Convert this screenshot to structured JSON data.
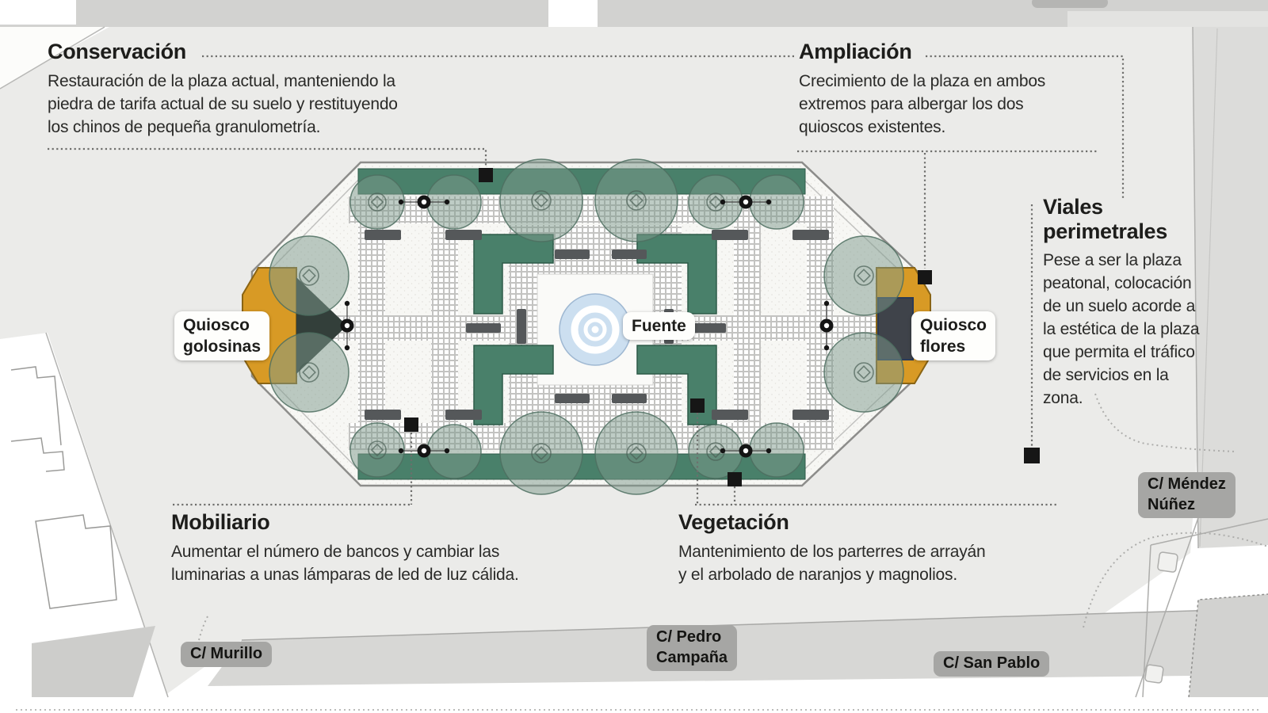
{
  "annotations": {
    "conservacion": {
      "title": "Conservación",
      "body": [
        "Restauración de la plaza actual, manteniendo la",
        "piedra de tarifa actual de su suelo y restituyendo",
        "los chinos de pequeña granulometría."
      ]
    },
    "ampliacion": {
      "title": "Ampliación",
      "body": [
        "Crecimiento de la plaza en ambos",
        "extremos para albergar los dos",
        "quioscos existentes."
      ]
    },
    "viales": {
      "title": "Viales perimetrales",
      "body": [
        "Pese a ser la plaza",
        "peatonal, colocación",
        "de un suelo acorde a",
        "la estética de la plaza",
        "que permita el tráfico",
        "de servicios en la",
        "zona."
      ]
    },
    "mobiliario": {
      "title": "Mobiliario",
      "body": [
        "Aumentar el número de bancos y cambiar las",
        "luminarias a unas lámparas de led de luz cálida."
      ]
    },
    "vegetacion": {
      "title": "Vegetación",
      "body": [
        "Mantenimiento de los parterres de arrayán",
        "y el arbolado de naranjos y magnolios."
      ]
    }
  },
  "plan_labels": {
    "kiosk_left": [
      "Quiosco",
      "golosinas"
    ],
    "kiosk_right": [
      "Quiosco",
      "flores"
    ],
    "fountain": "Fuente"
  },
  "streets": {
    "murillo": "C/ Murillo",
    "pedro_campana": [
      "C/ Pedro",
      "Campaña"
    ],
    "san_pablo": "C/ San Pablo",
    "mendez_nunez": [
      "C/ Méndez",
      "Núñez"
    ]
  },
  "colors": {
    "hedge_green": "#49806a",
    "kiosk_orange": "#d89a25",
    "fountain_blue": "#ccdff0",
    "plaza_zone": "#ebebe9",
    "street_gray": "#d2d2d0",
    "marker_black": "#161616",
    "label_gray": "#a6a6a4"
  }
}
